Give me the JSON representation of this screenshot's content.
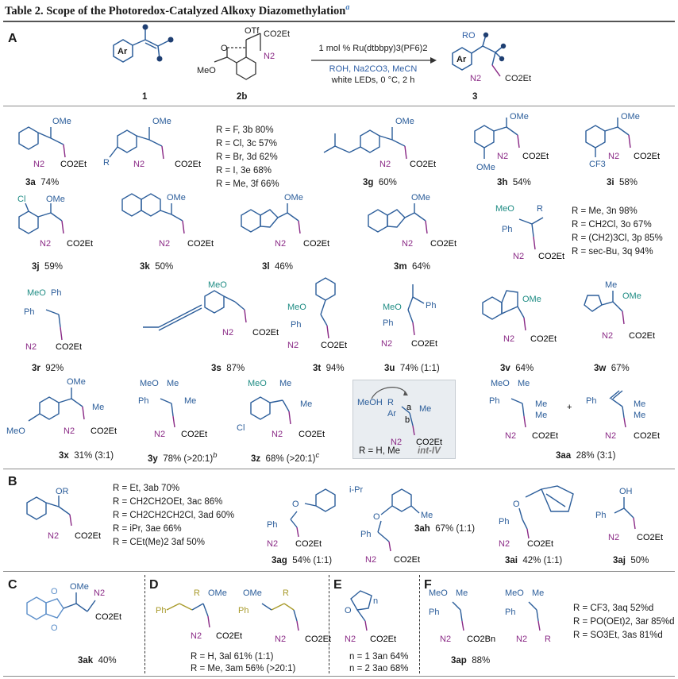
{
  "title": {
    "text": "Table 2. Scope of the Photoredox-Catalyzed Alkoxy Diazomethylation",
    "footnote": "a"
  },
  "sections": {
    "A": "A",
    "B": "B",
    "C": "C",
    "D": "D",
    "E": "E",
    "F": "F"
  },
  "scheme": {
    "compound_1": "1",
    "compound_2b": "2b",
    "compound_3": "3",
    "catalyst": "1 mol % Ru(dtbbpy)3(PF6)2",
    "reagents": "ROH, Na2CO3, MeCN",
    "conditions": "white LEDs, 0 °C, 2 h",
    "atoms": {
      "ar": "Ar",
      "otf": "OTf",
      "co2et": "CO2Et",
      "n2": "N2",
      "meo": "MeO",
      "ro": "RO"
    }
  },
  "atoms": {
    "ome": "OMe",
    "meo": "MeO",
    "n2": "N2",
    "co2et": "CO2Et",
    "cl": "Cl",
    "r": "R",
    "ph": "Ph",
    "me": "Me",
    "cf3": "CF3",
    "oh": "OH",
    "co2bn": "CO2Bn",
    "i_pr": "i-Pr"
  },
  "compounds": [
    {
      "id": "3a",
      "yield": "74%"
    },
    {
      "id": "3g",
      "yield": "60%"
    },
    {
      "id": "3h",
      "yield": "54%"
    },
    {
      "id": "3i",
      "yield": "58%"
    },
    {
      "id": "3j",
      "yield": "59%"
    },
    {
      "id": "3k",
      "yield": "50%"
    },
    {
      "id": "3l",
      "yield": "46%"
    },
    {
      "id": "3m",
      "yield": "64%"
    },
    {
      "id": "3r",
      "yield": "92%"
    },
    {
      "id": "3s",
      "yield": "87%"
    },
    {
      "id": "3t",
      "yield": "94%"
    },
    {
      "id": "3u",
      "yield": "74% (1:1)"
    },
    {
      "id": "3v",
      "yield": "64%"
    },
    {
      "id": "3w",
      "yield": "67%"
    },
    {
      "id": "3x",
      "yield": "31% (3:1)"
    },
    {
      "id": "3y",
      "yield": "78% (>20:1)",
      "note": "b"
    },
    {
      "id": "3z",
      "yield": "68% (>20:1)",
      "note": "c"
    },
    {
      "id": "3aa",
      "yield": "28% (3:1)"
    },
    {
      "id": "3ag",
      "yield": "54% (1:1)"
    },
    {
      "id": "3ah",
      "yield": "67% (1:1)"
    },
    {
      "id": "3ai",
      "yield": "42% (1:1)"
    },
    {
      "id": "3aj",
      "yield": "50%"
    },
    {
      "id": "3ak",
      "yield": "40%"
    },
    {
      "id": "3ap",
      "yield": "88%"
    }
  ],
  "r_list_3b": [
    "R = F, 3b 80%",
    "R = Cl, 3c 57%",
    "R = Br, 3d 62%",
    "R = I, 3e 68%",
    "R = Me, 3f 66%"
  ],
  "r_list_3n": [
    "R = Me, 3n 98%",
    "R = CH2Cl, 3o 67%",
    "R = (CH2)3Cl, 3p 85%",
    "R = sec-Bu, 3q 94%"
  ],
  "r_list_3ab": [
    "R = Et, 3ab 70%",
    "R =  CH2CH2OEt, 3ac 86%",
    "R = CH2CH2CH2Cl, 3ad 60%",
    "R = iPr, 3ae 66%",
    "R = CEt(Me)2 3af 50%"
  ],
  "r_list_D": [
    "R = H, 3al 61% (1:1)",
    "R = Me, 3am 56% (>20:1)"
  ],
  "r_list_E": [
    "n = 1  3an 64%",
    "n = 2  3ao 68%"
  ],
  "r_list_F": [
    "R = CF3, 3aq 52%d",
    "R = PO(OEt)2, 3ar 85%d",
    "R = SO3Et, 3as 81%d"
  ],
  "int_box": {
    "meoh": "MeOH",
    "r_line": "R = H, Me",
    "label": "int-IV",
    "a": "a",
    "b": "b"
  },
  "colors": {
    "bond": "#2b5d9a",
    "diazo": "#8a2a86",
    "methoxy": "#1f8c84",
    "olefin": "#a89a2a",
    "phthal": "#5b8ec9",
    "rule": "#8a8a8a",
    "box": "#e9edf1"
  }
}
